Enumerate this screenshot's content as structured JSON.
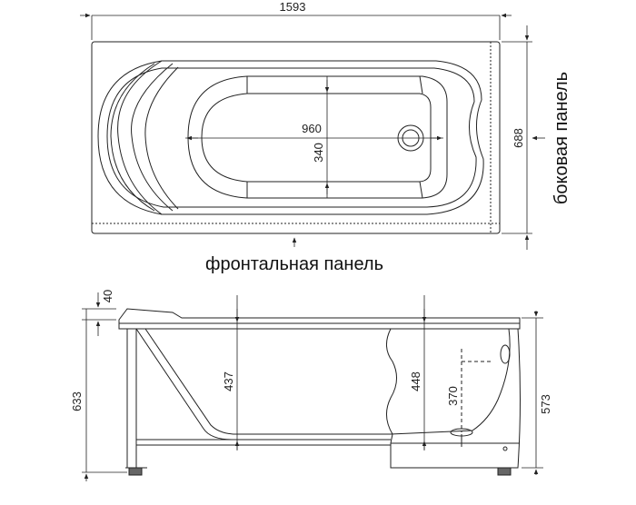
{
  "top_view": {
    "dims": {
      "length": "1593",
      "width": "688",
      "inner_length": "960",
      "inner_width": "340"
    },
    "labels": {
      "front_panel": "фронтальная панель",
      "side_panel": "боковая панель"
    }
  },
  "side_view": {
    "dims": {
      "rim": "40",
      "total_height": "633",
      "depth_left": "437",
      "depth_right": "448",
      "overflow": "370",
      "panel_height": "573"
    }
  }
}
